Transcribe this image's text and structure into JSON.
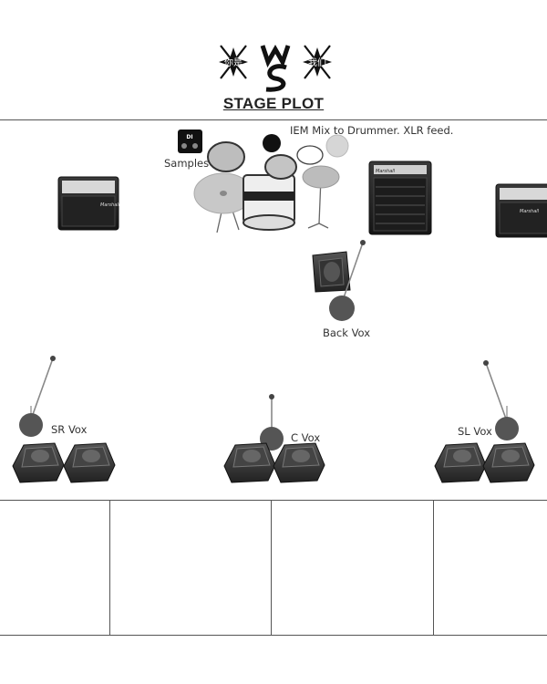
{
  "header": {
    "title": "STAGE PLOT",
    "logo_left_text": "你是",
    "logo_right_text": "我们",
    "logo_center_text": "W"
  },
  "labels": {
    "iem_note": "IEM Mix to Drummer. XLR feed.",
    "samples": "Samples",
    "back_vox": "Back Vox",
    "sr_vox": "SR Vox",
    "c_vox": "C Vox",
    "sl_vox": "SL Vox"
  },
  "equipment": {
    "amp_brand": "Marshall",
    "di_box": "DI"
  },
  "colors": {
    "line": "#555555",
    "mic_stand": "#888888",
    "dark": "#333333"
  }
}
